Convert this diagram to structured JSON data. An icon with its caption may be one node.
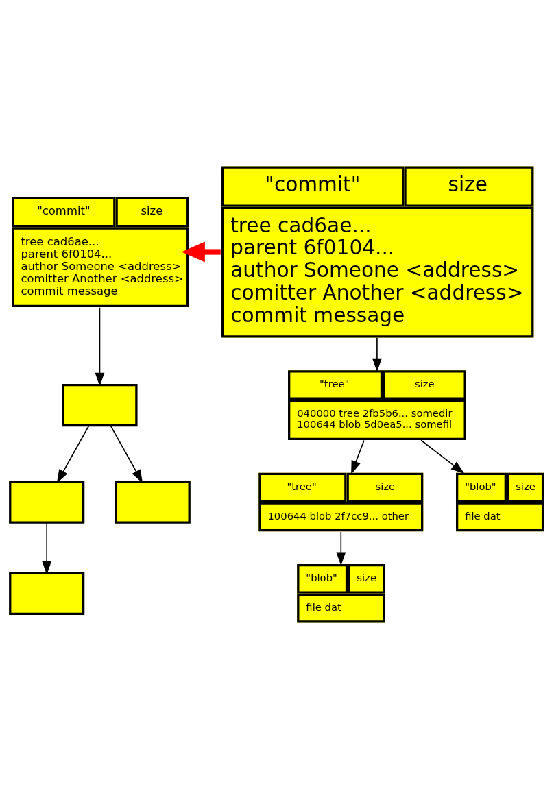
{
  "diagram": {
    "nodes": [
      {
        "text": [
          "\"commit\"",
          "size",
          "tree cad6ae...",
          "parent 6f0104...",
          "author Someone <address>",
          "comitter Another <address>",
          "commit message"
        ]
      },
      {
        "text": [],
        "shape": "box"
      },
      {
        "text": [],
        "shape": "box"
      },
      {
        "text": [],
        "shape": "box"
      },
      {
        "text": [],
        "shape": "box"
      },
      {
        "text": [
          "\"commit\"",
          "size",
          "tree cad6ae...",
          "parent 6f0104...",
          "author Someone <address>",
          "comitter Another <address>",
          "commit message"
        ]
      },
      {
        "text": [
          "\"tree\"",
          "size",
          "040000 tree 2fb5b6... somedir",
          "100644 blob 5d0ea5... somefil"
        ]
      },
      {
        "text": [
          "\"tree\"",
          "size",
          "100644 blob 2f7cc9... other"
        ]
      },
      {
        "text": [
          "\"blob\"",
          "size",
          "file dat"
        ]
      },
      {
        "text": [
          "\"blob\"",
          "size",
          "file dat"
        ]
      }
    ],
    "edges": [
      {
        "from": 0,
        "to": 1,
        "arrow": "to"
      },
      {
        "from": 1,
        "to": 2,
        "arrow": "to"
      },
      {
        "from": 1,
        "to": 3,
        "arrow": "to"
      },
      {
        "from": 2,
        "to": 4,
        "arrow": "to"
      },
      {
        "from": 5,
        "to": 0,
        "arrow": "to",
        "style": "thick",
        "color": "#ff0000"
      },
      {
        "from": 5,
        "to": 6,
        "arrow": "to"
      },
      {
        "from": 6,
        "to": 7,
        "arrow": "to"
      },
      {
        "from": 6,
        "to": 8,
        "arrow": "to"
      },
      {
        "from": 7,
        "to": 9,
        "arrow": "to"
      }
    ]
  }
}
